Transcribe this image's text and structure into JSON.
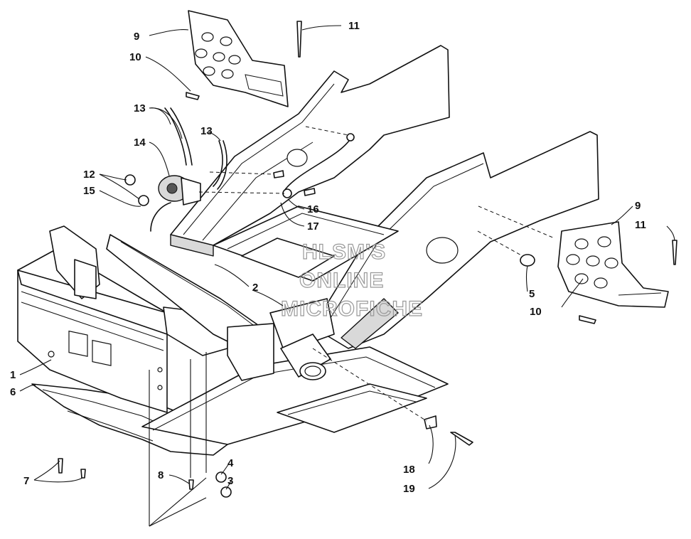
{
  "watermark": {
    "line1": "HLSM'S",
    "line2": "ONLINE",
    "line3": "MICROFICHE"
  },
  "callouts": {
    "c1": "1",
    "c2": "2",
    "c3": "3",
    "c4": "4",
    "c5": "5",
    "c6": "6",
    "c7": "7",
    "c8": "8",
    "c9a": "9",
    "c9b": "9",
    "c10a": "10",
    "c10b": "10",
    "c11a": "11",
    "c11b": "11",
    "c12": "12",
    "c13a": "13",
    "c13b": "13",
    "c14": "14",
    "c15": "15",
    "c16": "16",
    "c17": "17",
    "c18": "18",
    "c19": "19"
  }
}
